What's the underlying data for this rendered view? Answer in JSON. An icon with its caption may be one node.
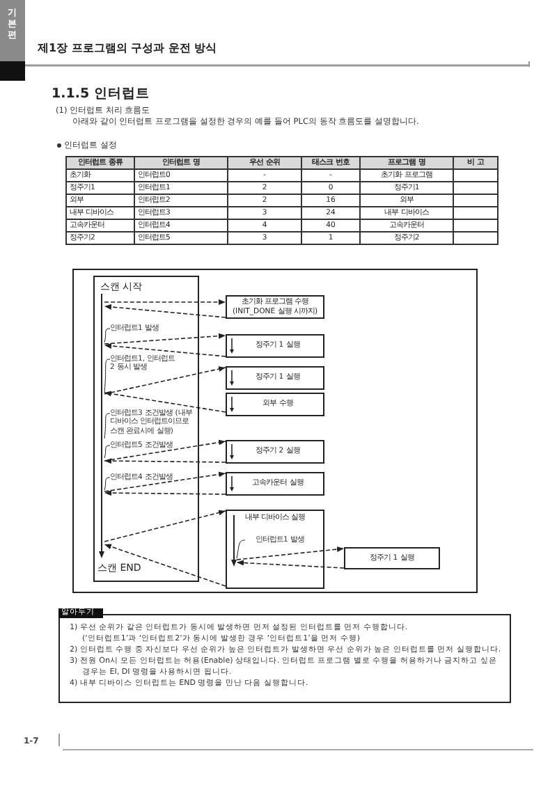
{
  "diagram": {
    "title": "1.1.5 인터럽트",
    "nodes": [
      {
        "text": [
          "스캔 시작",
          "스캔 END"
        ]
      },
      {
        "text": [],
        "shape": "bar",
        "in": 0
      },
      {
        "text": [
          "초기화 프로그램 수행 (INIT_DONE 실행 시까지)"
        ]
      },
      {
        "text": [
          "인터럽트1 발생"
        ],
        "in": 0
      },
      {
        "text": [
          "정주기 1 실행"
        ]
      },
      {
        "text": [
          "인터럽트1, 인터럽트2 동시 발생"
        ],
        "in": 0
      },
      {
        "text": [
          "정주기 1 실행"
        ]
      },
      {
        "text": [
          "외부 수행"
        ]
      },
      {
        "text": [
          "인터럽트3 조건발생 (내부 디바이스 인터럽트이므로 스캔 완료시에 실행)"
        ],
        "in": 0
      },
      {
        "text": [
          "인터럽트5 조건발생"
        ],
        "in": 0
      },
      {
        "text": [
          "정주기 2 실행"
        ]
      },
      {
        "text": [
          "인터럽트4 조건발생"
        ],
        "in": 0
      },
      {
        "text": [
          "고속카운터 실행"
        ]
      },
      {
        "text": [
          "내부 디바이스 실행"
        ]
      },
      {
        "text": [],
        "shape": "bar",
        "in": 13
      },
      {
        "text": [
          "인터럽트1 발생"
        ],
        "in": 13
      },
      {
        "text": [
          "정주기 1 실행"
        ]
      },
      {
        "text": [
          "알아두기",
          "1) 우선 순위가 같은 인터럽트가 동시에 발생하면 먼저 설정된 인터럽트를 먼저 수행합니다.",
          "(‘인터럽트1’과 ‘인터럽트2’가 동시에 발생한 경우 ‘인터럽트1’을 먼저 수행)",
          "2) 인터럽트 수행 중 자신보다 우선 순위가 높은 인터럽트가 발생하면 우선 순위가 높은 인터럽트를 먼저 실행합니다.",
          "3) 전원 On시 모든 인터럽트는 허용(Enable) 상태입니다. 인터럽트 프로그램 별로 수행을 허용하거나 금지하고 싶은 경우는 EI, DI 명령을 사용하시면 됩니다.",
          "4) 내부 디바이스 인터럽트는 END 명령을 만난 다음 실행합니다."
        ]
      }
    ],
    "edges": [
      {
        "from": 1,
        "to": 2,
        "arrow": "to",
        "style": "dashed"
      },
      {
        "from": 2,
        "to": 1,
        "arrow": "to",
        "style": "dashed"
      },
      {
        "from": 3,
        "to": 1,
        "arrow": "none"
      },
      {
        "from": 1,
        "to": 4,
        "arrow": "to",
        "style": "dashed"
      },
      {
        "from": 4,
        "to": 1,
        "arrow": "to",
        "style": "dashed"
      },
      {
        "from": 5,
        "to": 1,
        "arrow": "none"
      },
      {
        "from": 1,
        "to": 6,
        "arrow": "to",
        "style": "dashed"
      },
      {
        "from": 7,
        "to": 1,
        "arrow": "to",
        "style": "dashed"
      },
      {
        "from": 8,
        "to": 1,
        "arrow": "none"
      },
      {
        "from": 9,
        "to": 1,
        "arrow": "none"
      },
      {
        "from": 1,
        "to": 10,
        "arrow": "to",
        "style": "dashed"
      },
      {
        "from": 10,
        "to": 1,
        "arrow": "to",
        "style": "dashed"
      },
      {
        "from": 11,
        "to": 1,
        "arrow": "none"
      },
      {
        "from": 1,
        "to": 12,
        "arrow": "to",
        "style": "dashed"
      },
      {
        "from": 12,
        "to": 1,
        "arrow": "to",
        "style": "dashed"
      },
      {
        "from": 1,
        "to": 13,
        "arrow": "to",
        "style": "dashed"
      },
      {
        "from": 13,
        "to": 1,
        "arrow": "to",
        "style": "dashed"
      },
      {
        "from": 15,
        "to": 14,
        "arrow": "none"
      },
      {
        "from": 14,
        "to": 16,
        "arrow": "to",
        "style": "dashed"
      },
      {
        "from": 16,
        "to": 14,
        "arrow": "to",
        "style": "dashed"
      }
    ],
    "labels": [
      "기본편",
      "제1장 프로그램의 구성과 운전 방식",
      "(1) 인터럽트 처리 흐름도",
      "아래와 같이 인터럽트 프로그램을 설정한 경우의 예를 들어 PLC의 동작 흐름도를 설명합니다.",
      "인터럽트 설정",
      "인터럽트 종류",
      "인터럽트 명",
      "우선 순위",
      "태스크 번호",
      "프로그램 명",
      "비 고",
      "초기화",
      "인터럽트0",
      "-",
      "-",
      "초기화 프로그램",
      "정주기1",
      "인터럽트1",
      "2",
      "0",
      "정주기1",
      "외부",
      "인터럽트2",
      "2",
      "16",
      "외부",
      "내부 디바이스",
      "인터럽트3",
      "3",
      "24",
      "내부 디바이스",
      "고속카운터",
      "인터럽트4",
      "4",
      "40",
      "고속카운터",
      "정주기2",
      "인터럽트5",
      "3",
      "1",
      "정주기2",
      "1-7"
    ]
  }
}
